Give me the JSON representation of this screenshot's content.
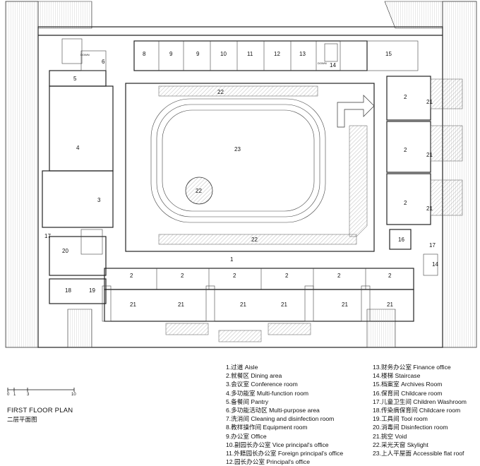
{
  "plan": {
    "title": "FIRST FLOOR PLAN",
    "subtitle": "二层平面图",
    "scale_ticks": [
      "0",
      "1",
      "3",
      "10"
    ]
  },
  "room_labels": {
    "r1": "1",
    "r2": "2",
    "r3": "3",
    "r4": "4",
    "r5": "5",
    "r6": "6",
    "r8": "8",
    "r9": "9",
    "r10": "10",
    "r11": "11",
    "r12": "12",
    "r13": "13",
    "r14": "14",
    "r15": "15",
    "r16": "16",
    "r17": "17",
    "r18": "18",
    "r19": "19",
    "r20": "20",
    "r21": "21",
    "r22": "22",
    "r23": "23",
    "door": "DOWN"
  },
  "legend_left": [
    "1.过道  Aisle",
    "2.就餐区  Dining area",
    "3.会议室  Conference room",
    "4.多功能室  Multi-function room",
    "5.备餐间  Pantry",
    "6.多功能活动区  Multi-purpose area",
    "7.洗消间  Cleaning and disinfection room",
    "8.教样操作间  Equipment room",
    "9.办公室  Office",
    "10.副园长办公室  Vice principal's office",
    "11.外籍园长办公室  Foreign principal's office",
    "12.园长办公室  Principal's office"
  ],
  "legend_right": [
    "13.财务办公室  Finance office",
    "14.楼梯  Staircase",
    "15.档案室  Archives Room",
    "16.保育间  Childcare room",
    "17.儿童卫生间      Children Washroom",
    "18.传染病保育间  Childcare room",
    "19.工具间  Tool room",
    "20.消毒间  Disinfection room",
    "21.挑空  Void",
    "22.采光天窗  Skylight",
    "23.上人平屋面  Accessible flat roof"
  ]
}
